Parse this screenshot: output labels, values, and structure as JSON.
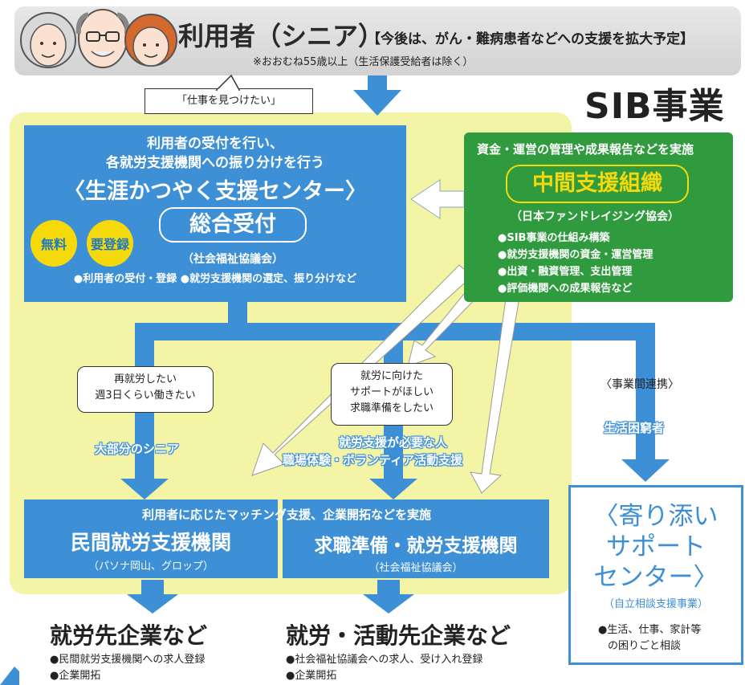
{
  "header": {
    "title": "利用者（シニア）",
    "note": "【今後は、がん・難病患者などへの支援を拡大予定】",
    "subnote": "※おおむね55歳以上（生活保護受給者は除く）"
  },
  "speech_bubble": "「仕事を見つけたい」",
  "sib_title": "SIB事業",
  "center": {
    "line1": "利用者の受付を行い、",
    "line2": "各就労支援機関への振り分けを行う",
    "name": "〈生涯かつやく支援センター〉",
    "reception": "総合受付",
    "badge_free": "無料",
    "badge_register": "要登録",
    "org": "（社会福祉協議会）",
    "bullets": "●利用者の受付・登録 ●就労支援機関の選定、振り分けなど"
  },
  "intermediary": {
    "heading": "資金・運営の管理や成果報告などを実施",
    "name": "中間支援組織",
    "org": "（日本ファンドレイジング協会）",
    "items": [
      "●SIB事業の仕組み構築",
      "●就労支援機関の資金・運営管理",
      "●出資・融資管理、支出管理",
      "●評価機関への成果報告など"
    ]
  },
  "branch_left": {
    "bubble": [
      "再就労したい",
      "週3日くらい働きたい"
    ],
    "label": "大部分のシニア"
  },
  "branch_middle": {
    "bubble": [
      "就労に向けた",
      "サポートがほしい",
      "求職準備をしたい"
    ],
    "label1": "就労支援が必要な人",
    "label2": "職場体験・ボランティア活動支援"
  },
  "branch_right": {
    "partner": "〈事業間連携〉",
    "label": "生活困窮者"
  },
  "bottom": {
    "heading": "利用者に応じたマッチング支援、企業開拓などを実施",
    "left_name": "民間就労支援機関",
    "left_org": "（パソナ岡山、グロップ）",
    "right_name": "求職準備・就労支援機関",
    "right_org": "（社会福祉協議会）"
  },
  "yorisoi": {
    "name1": "〈寄り添い",
    "name2": "サポート",
    "name3": "センター〉",
    "program": "（自立相談支援事業）",
    "desc1": "●生活、仕事、家計等",
    "desc2": "の困りごと相談"
  },
  "destinations": {
    "left_title": "就労先企業など",
    "left_items": [
      "●民間就労支援機関への求人登録",
      "●企業開拓"
    ],
    "right_title": "就労・活動先企業など",
    "right_items": [
      "●社会福祉協議会への求人、受け入れ登録",
      "●企業開拓"
    ]
  },
  "colors": {
    "blue": "#3d8fd6",
    "green": "#2f9a3e",
    "yellow_bg": "#f4f4a6",
    "badge_yellow": "#f5d90a"
  },
  "icons": [
    "seniors-illustration-icon"
  ]
}
